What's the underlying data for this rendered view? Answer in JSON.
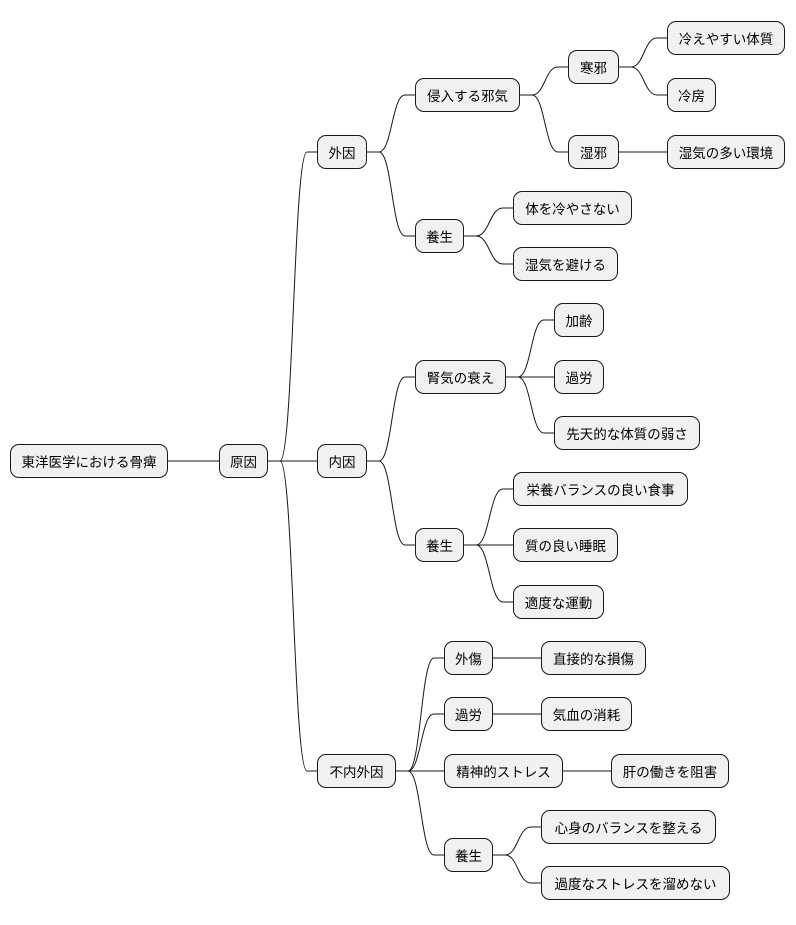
{
  "root": "東洋医学における骨痺",
  "cause": "原因",
  "external": {
    "label": "外因",
    "invading": {
      "label": "侵入する邪気",
      "cold": {
        "label": "寒邪",
        "items": [
          "冷えやすい体質",
          "冷房"
        ]
      },
      "damp": {
        "label": "湿邪",
        "items": [
          "湿気の多い環境"
        ]
      }
    },
    "care": {
      "label": "養生",
      "items": [
        "体を冷やさない",
        "湿気を避ける"
      ]
    }
  },
  "internal": {
    "label": "内因",
    "kidney": {
      "label": "腎気の衰え",
      "items": [
        "加齢",
        "過労",
        "先天的な体質の弱さ"
      ]
    },
    "care": {
      "label": "養生",
      "items": [
        "栄養バランスの良い食事",
        "質の良い睡眠",
        "適度な運動"
      ]
    }
  },
  "neither": {
    "label": "不内外因",
    "injury": {
      "label": "外傷",
      "item": "直接的な損傷"
    },
    "overwork": {
      "label": "過労",
      "item": "気血の消耗"
    },
    "stress": {
      "label": "精神的ストレス",
      "item": "肝の働きを阻害"
    },
    "care": {
      "label": "養生",
      "items": [
        "心身のバランスを整える",
        "過度なストレスを溜めない"
      ]
    }
  }
}
